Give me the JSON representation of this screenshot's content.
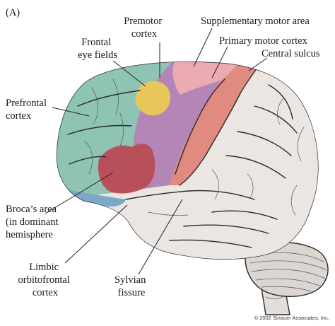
{
  "panel_label": "(A)",
  "labels": {
    "premotor": [
      "Premotor",
      "cortex"
    ],
    "supplementary": "Supplementary motor area",
    "frontal_eye": [
      "Frontal",
      "eye fields"
    ],
    "primary_motor": "Primary motor cortex",
    "central_sulcus": "Central sulcus",
    "prefrontal": [
      "Prefrontal",
      "cortex"
    ],
    "broca": [
      "Broca’s area",
      "(in dominant",
      "hemisphere"
    ],
    "limbic": [
      "Limbic",
      "orbitofrontal",
      "cortex"
    ],
    "sylvian": [
      "Sylvian",
      "fissure"
    ]
  },
  "copyright": "© 2002 Sinauer Associates, Inc.",
  "colors": {
    "prefrontal": "#8fc4b4",
    "frontal_eye": "#e8c65a",
    "premotor": "#b486b8",
    "supplementary": "#ecaab2",
    "primary_motor": "#e08a80",
    "broca": "#b8505a",
    "orbitofrontal": "#7aa8c6",
    "brain": "#ece6e2",
    "cerebellum": "#dcd6d2"
  }
}
